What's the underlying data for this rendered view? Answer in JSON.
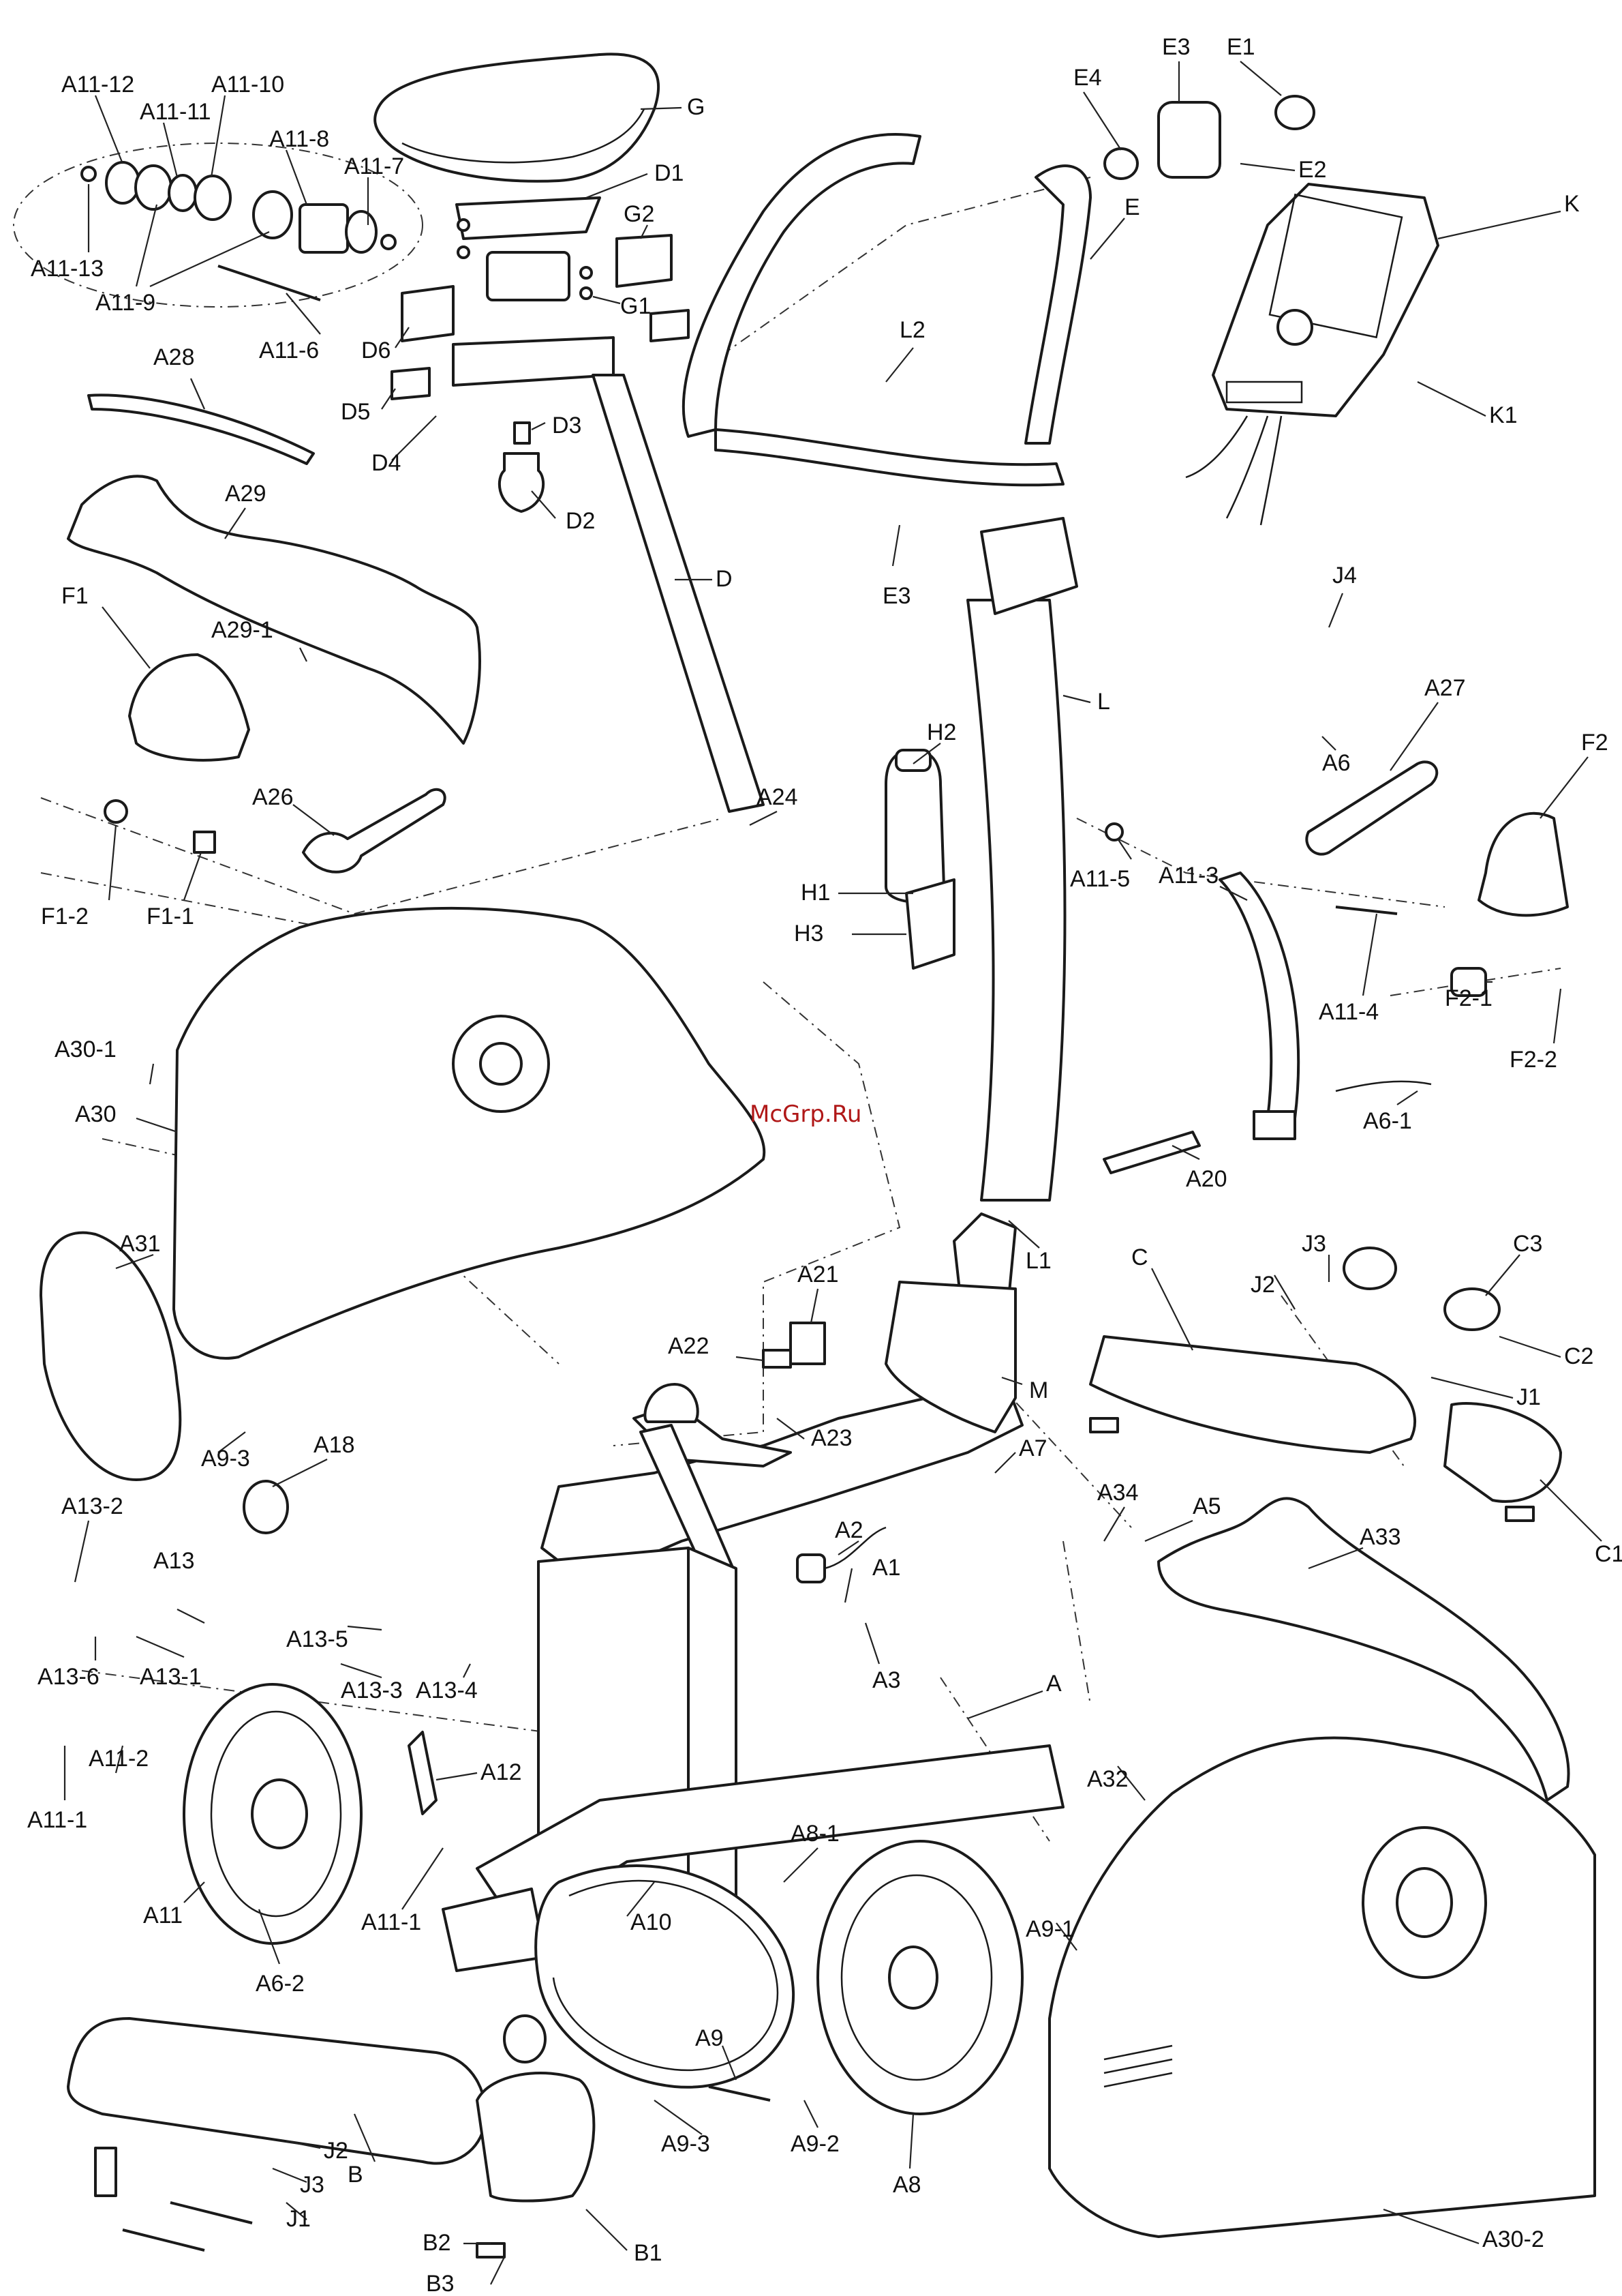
{
  "watermark": "McGrp.Ru",
  "labels": [
    {
      "id": "A11-12",
      "text": "A11-12"
    },
    {
      "id": "A11-10",
      "text": "A11-10"
    },
    {
      "id": "A11-11",
      "text": "A11-11"
    },
    {
      "id": "A11-8",
      "text": "A11-8"
    },
    {
      "id": "A11-7",
      "text": "A11-7"
    },
    {
      "id": "A11-13",
      "text": "A11-13"
    },
    {
      "id": "A11-9",
      "text": "A11-9"
    },
    {
      "id": "A11-6",
      "text": "A11-6"
    },
    {
      "id": "G",
      "text": "G"
    },
    {
      "id": "D1",
      "text": "D1"
    },
    {
      "id": "G2",
      "text": "G2"
    },
    {
      "id": "G1",
      "text": "G1"
    },
    {
      "id": "D6",
      "text": "D6"
    },
    {
      "id": "D5",
      "text": "D5"
    },
    {
      "id": "D4",
      "text": "D4"
    },
    {
      "id": "D3",
      "text": "D3"
    },
    {
      "id": "D2",
      "text": "D2"
    },
    {
      "id": "D",
      "text": "D"
    },
    {
      "id": "A28",
      "text": "A28"
    },
    {
      "id": "A29",
      "text": "A29"
    },
    {
      "id": "F1",
      "text": "F1"
    },
    {
      "id": "A29-1",
      "text": "A29-1"
    },
    {
      "id": "A26",
      "text": "A26"
    },
    {
      "id": "F1-2",
      "text": "F1-2"
    },
    {
      "id": "F1-1",
      "text": "F1-1"
    },
    {
      "id": "A24",
      "text": "A24"
    },
    {
      "id": "A30-1",
      "text": "A30-1"
    },
    {
      "id": "A30",
      "text": "A30"
    },
    {
      "id": "A31",
      "text": "A31"
    },
    {
      "id": "A9-3a",
      "text": "A9-3"
    },
    {
      "id": "A18",
      "text": "A18"
    },
    {
      "id": "E4",
      "text": "E4"
    },
    {
      "id": "E3a",
      "text": "E3"
    },
    {
      "id": "E1",
      "text": "E1"
    },
    {
      "id": "E2",
      "text": "E2"
    },
    {
      "id": "E",
      "text": "E"
    },
    {
      "id": "K",
      "text": "K"
    },
    {
      "id": "L2",
      "text": "L2"
    },
    {
      "id": "K1",
      "text": "K1"
    },
    {
      "id": "E3b",
      "text": "E3"
    },
    {
      "id": "J4",
      "text": "J4"
    },
    {
      "id": "L",
      "text": "L"
    },
    {
      "id": "H2",
      "text": "H2"
    },
    {
      "id": "A6",
      "text": "A6"
    },
    {
      "id": "A27",
      "text": "A27"
    },
    {
      "id": "F2",
      "text": "F2"
    },
    {
      "id": "H1",
      "text": "H1"
    },
    {
      "id": "H3",
      "text": "H3"
    },
    {
      "id": "A11-5",
      "text": "A11-5"
    },
    {
      "id": "A11-3",
      "text": "A11-3"
    },
    {
      "id": "A11-4",
      "text": "A11-4"
    },
    {
      "id": "F2-1",
      "text": "F2-1"
    },
    {
      "id": "F2-2",
      "text": "F2-2"
    },
    {
      "id": "A6-1",
      "text": "A6-1"
    },
    {
      "id": "A20",
      "text": "A20"
    },
    {
      "id": "L1",
      "text": "L1"
    },
    {
      "id": "A21",
      "text": "A21"
    },
    {
      "id": "J3a",
      "text": "J3"
    },
    {
      "id": "C3",
      "text": "C3"
    },
    {
      "id": "C",
      "text": "C"
    },
    {
      "id": "J2a",
      "text": "J2"
    },
    {
      "id": "C2",
      "text": "C2"
    },
    {
      "id": "A22",
      "text": "A22"
    },
    {
      "id": "M",
      "text": "M"
    },
    {
      "id": "J1a",
      "text": "J1"
    },
    {
      "id": "A23",
      "text": "A23"
    },
    {
      "id": "A7",
      "text": "A7"
    },
    {
      "id": "C1",
      "text": "C1"
    },
    {
      "id": "A13-2",
      "text": "A13-2"
    },
    {
      "id": "A34",
      "text": "A34"
    },
    {
      "id": "A5",
      "text": "A5"
    },
    {
      "id": "A2",
      "text": "A2"
    },
    {
      "id": "A33",
      "text": "A33"
    },
    {
      "id": "A13",
      "text": "A13"
    },
    {
      "id": "A1",
      "text": "A1"
    },
    {
      "id": "A13-5",
      "text": "A13-5"
    },
    {
      "id": "A13-6",
      "text": "A13-6"
    },
    {
      "id": "A13-1",
      "text": "A13-1"
    },
    {
      "id": "A13-3",
      "text": "A13-3"
    },
    {
      "id": "A3",
      "text": "A3"
    },
    {
      "id": "A13-4",
      "text": "A13-4"
    },
    {
      "id": "A",
      "text": "A"
    },
    {
      "id": "A11-2",
      "text": "A11-2"
    },
    {
      "id": "A12",
      "text": "A12"
    },
    {
      "id": "A11-1a",
      "text": "A11-1"
    },
    {
      "id": "A32",
      "text": "A32"
    },
    {
      "id": "A8-1",
      "text": "A8-1"
    },
    {
      "id": "A11",
      "text": "A11"
    },
    {
      "id": "A11-1b",
      "text": "A11-1"
    },
    {
      "id": "A10",
      "text": "A10"
    },
    {
      "id": "A9-1",
      "text": "A9-1"
    },
    {
      "id": "A6-2",
      "text": "A6-2"
    },
    {
      "id": "A9",
      "text": "A9"
    },
    {
      "id": "A9-2",
      "text": "A9-2"
    },
    {
      "id": "J2b",
      "text": "J2"
    },
    {
      "id": "A9-3b",
      "text": "A9-3"
    },
    {
      "id": "J3b",
      "text": "J3"
    },
    {
      "id": "B",
      "text": "B"
    },
    {
      "id": "J1b",
      "text": "J1"
    },
    {
      "id": "B2",
      "text": "B2"
    },
    {
      "id": "B1",
      "text": "B1"
    },
    {
      "id": "A8",
      "text": "A8"
    },
    {
      "id": "A30-2",
      "text": "A30-2"
    },
    {
      "id": "B3",
      "text": "B3"
    }
  ]
}
